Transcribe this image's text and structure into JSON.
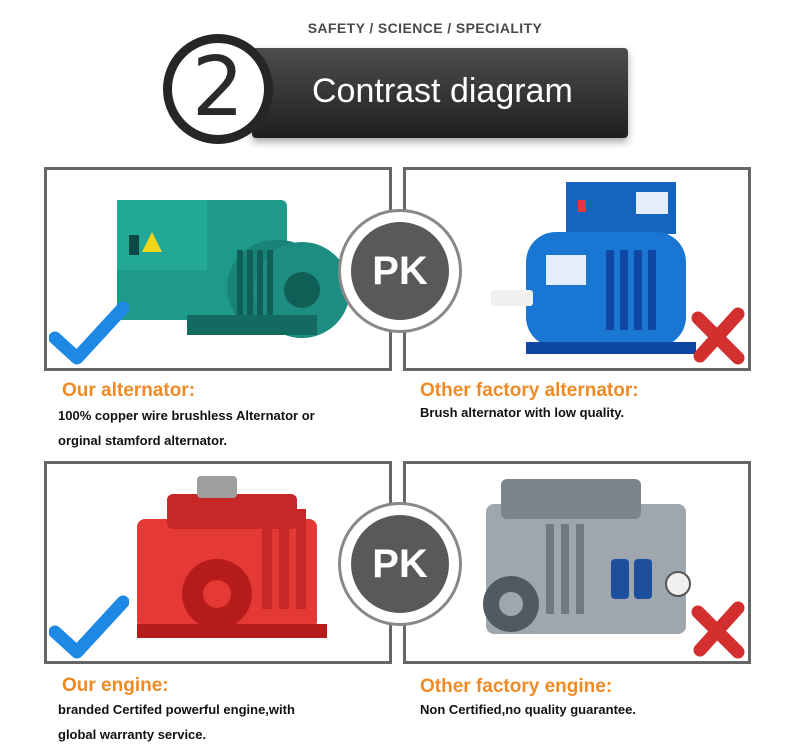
{
  "header": {
    "tagline": "SAFETY / SCIENCE / SPECIALITY",
    "number": "2",
    "title": "Contrast diagram"
  },
  "pk_label": "PK",
  "comparisons": [
    {
      "ours": {
        "heading": "Our alternator:",
        "lines": [
          "100% copper wire brushless Alternator or",
          "orginal stamford alternator."
        ]
      },
      "others": {
        "heading": "Other factory alternator:",
        "lines": [
          "Brush alternator with low quality."
        ]
      }
    },
    {
      "ours": {
        "heading": "Our engine:",
        "lines": [
          "branded Certifed powerful engine,with",
          "global warranty service."
        ]
      },
      "others": {
        "heading": "Other factory engine:",
        "lines": [
          "Non Certified,no quality guarantee."
        ]
      }
    }
  ],
  "colors": {
    "accent_orange": "#f08a24",
    "check_blue": "#1e88e5",
    "cross_red": "#d32f2f"
  }
}
